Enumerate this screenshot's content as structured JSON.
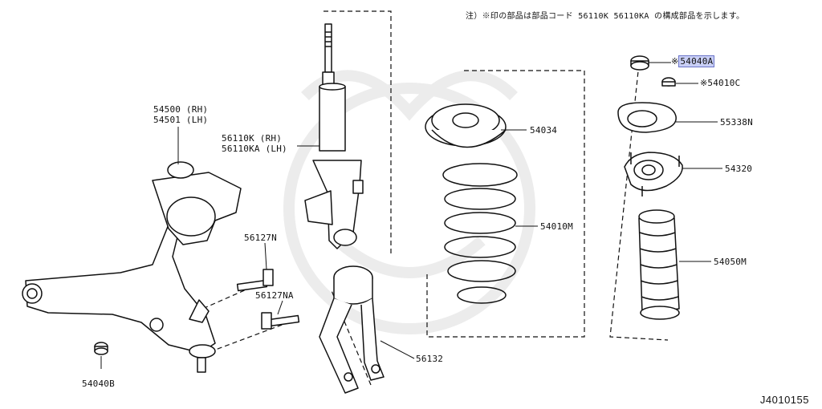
{
  "note": "注）※印の部品は部品コード 56110K 56110KA の構成部品を示します。",
  "labels": {
    "p54500": "54500 (RH)",
    "p54501": "54501 (LH)",
    "p56110k": "56110K (RH)",
    "p56110ka": "56110KA (LH)",
    "p56127n": "56127N",
    "p56127na": "56127NA",
    "p54040b": "54040B",
    "p56132": "56132",
    "p54034": "54034",
    "p54010m": "54010M",
    "p54040a": "54040A",
    "p54040a_mark": "※",
    "p54010c": "※54010C",
    "p55338n": "55338N",
    "p54320": "54320",
    "p54050m": "54050M"
  },
  "diagram_code": "J4010155",
  "colors": {
    "highlight": "#c9cff6",
    "line": "#111111",
    "watermark": "#ececec"
  }
}
